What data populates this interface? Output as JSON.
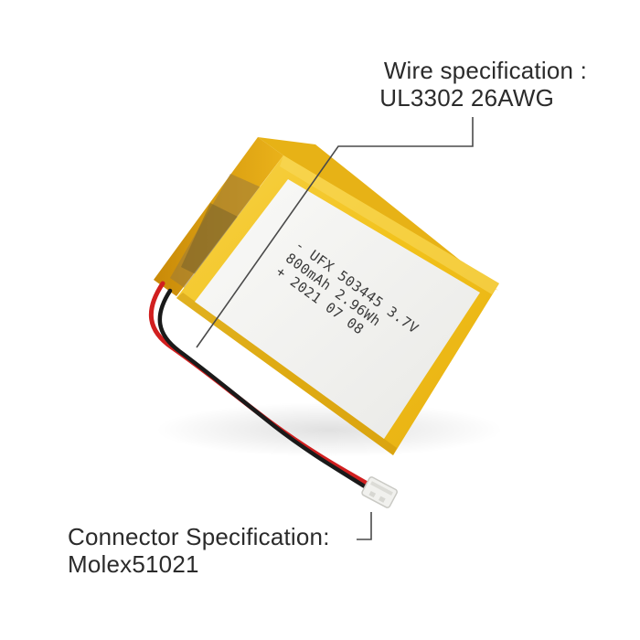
{
  "product": {
    "cell_label_lines": [
      "- UFX 503445 3.7V",
      "  800mAh 2.96Wh",
      "+ 2021 07 08"
    ]
  },
  "callouts": {
    "wire": {
      "title": "Wire specification :",
      "value": "UL3302 26AWG"
    },
    "connector": {
      "title": "Connector Specification:",
      "value": "Molex51021"
    }
  },
  "colors": {
    "tape_yellow": "#f2c21a",
    "tape_shadow": "#d99e0a",
    "cell_face": "#f4f4f2",
    "wire_red": "#d11f1f",
    "wire_black": "#1a1a1a",
    "connector_white": "#f1f1ee",
    "callout_line": "#4a4a4a"
  }
}
